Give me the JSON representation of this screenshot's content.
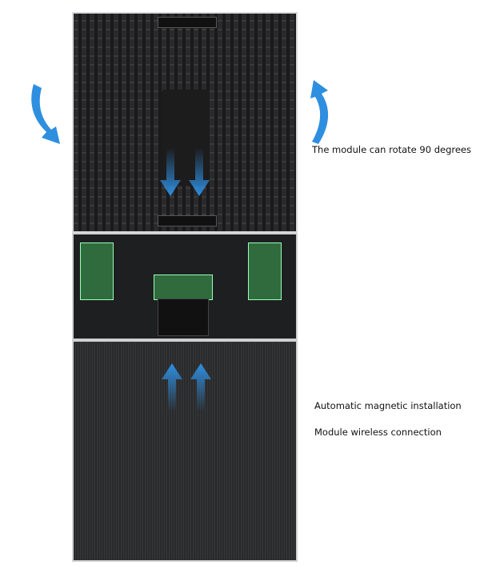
{
  "captions": {
    "rotate": "The module can rotate 90 degrees",
    "magnetic": "Automatic magnetic installation",
    "wireless": "Module wireless connection"
  },
  "colors": {
    "arrow": "#2e8fe0",
    "pcb": "#2a2a2c",
    "board": "#2f6b3c"
  }
}
